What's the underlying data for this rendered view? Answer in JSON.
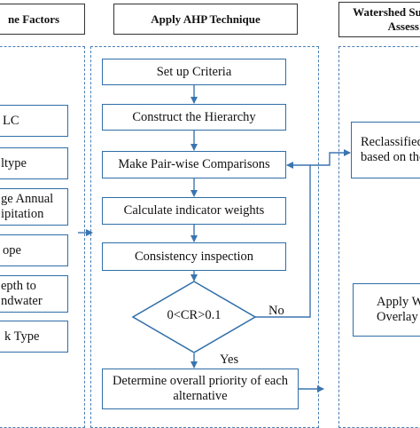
{
  "headers": {
    "factors": "ne Factors",
    "ahp": "Apply AHP Technique",
    "watershed_line1": "Watershed Su",
    "watershed_line2": "Assess"
  },
  "factors": [
    "LC",
    "ltype",
    "ge Annual",
    "ipitation",
    "ope",
    "epth to",
    "ndwater",
    "k Type"
  ],
  "ahp_steps": {
    "criteria": "Set up Criteria",
    "hierarchy": "Construct the Hierarchy",
    "pairwise": "Make Pair-wise Comparisons",
    "weights": "Calculate indicator weights",
    "consistency": "Consistency inspection",
    "decision": "0<CR>0.1",
    "no": "No",
    "yes": "Yes",
    "priority_line1": "Determine overall priority of each",
    "priority_line2": "alternative"
  },
  "watershed": {
    "reclass_line1": "Reclassified",
    "reclass_line2": "based on the",
    "apply_line1": "Apply W",
    "apply_line2": "Overlay A"
  },
  "colors": {
    "box_border": "#2f6ea8",
    "dashed": "#4a7fb5",
    "arrow": "#3a75b0"
  }
}
